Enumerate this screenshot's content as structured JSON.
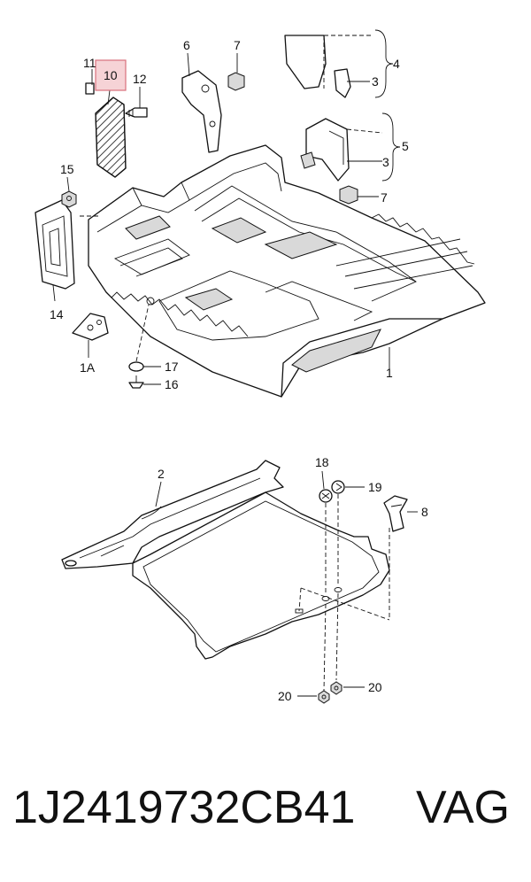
{
  "callouts": {
    "c1": "1",
    "c1a": "1A",
    "c2": "2",
    "c3a": "3",
    "c3b": "3",
    "c4": "4",
    "c5": "5",
    "c6": "6",
    "c7a": "7",
    "c7b": "7",
    "c8": "8",
    "c10": "10",
    "c11": "11",
    "c12": "12",
    "c14": "14",
    "c15": "15",
    "c16": "16",
    "c17": "17",
    "c18": "18",
    "c19": "19",
    "c20a": "20",
    "c20b": "20"
  },
  "highlighted_callout": "10",
  "highlight_color": "#f6d3d6",
  "footer": {
    "part_number": "1J2419732CB41",
    "brand": "VAG"
  }
}
